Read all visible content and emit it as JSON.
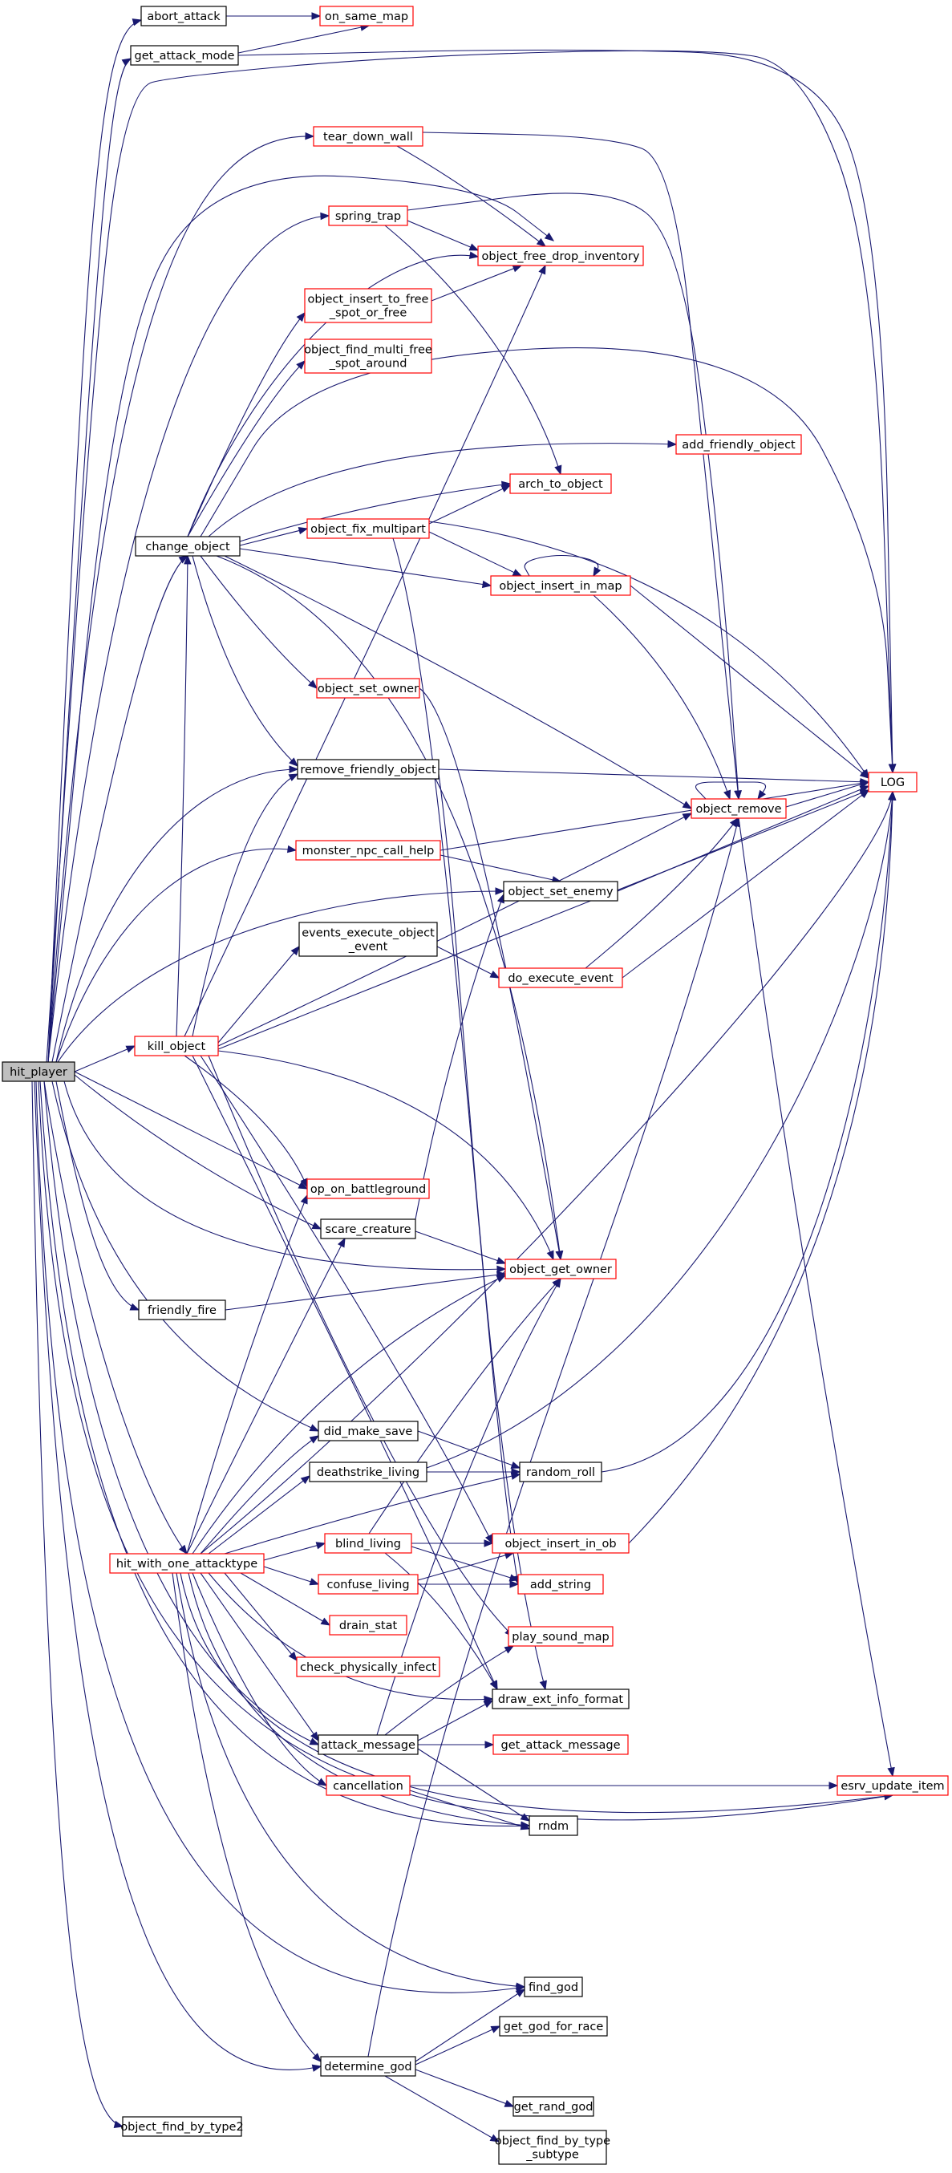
{
  "colors": {
    "edge": "#191970",
    "border_default": "#000000",
    "border_red": "#ff0000",
    "root_fill": "#bfbfbf",
    "fill": "#ffffff"
  },
  "nodes": {
    "hit_player": {
      "label": [
        "hit_player"
      ],
      "style": "root"
    },
    "abort_attack": {
      "label": [
        "abort_attack"
      ],
      "style": "black"
    },
    "on_same_map": {
      "label": [
        "on_same_map"
      ],
      "style": "red"
    },
    "get_attack_mode": {
      "label": [
        "get_attack_mode"
      ],
      "style": "black"
    },
    "LOG": {
      "label": [
        "LOG"
      ],
      "style": "red"
    },
    "tear_down_wall": {
      "label": [
        "tear_down_wall"
      ],
      "style": "red"
    },
    "object_free_drop_inventory": {
      "label": [
        "object_free_drop_inventory"
      ],
      "style": "red"
    },
    "spring_trap": {
      "label": [
        "spring_trap"
      ],
      "style": "red"
    },
    "object_insert_to_free_spot": {
      "label": [
        "object_insert_to_free",
        "_spot_or_free"
      ],
      "style": "red"
    },
    "object_find_multi_free": {
      "label": [
        "object_find_multi_free",
        "_spot_around"
      ],
      "style": "red"
    },
    "add_friendly_object": {
      "label": [
        "add_friendly_object"
      ],
      "style": "red"
    },
    "arch_to_object": {
      "label": [
        "arch_to_object"
      ],
      "style": "red"
    },
    "change_object": {
      "label": [
        "change_object"
      ],
      "style": "black"
    },
    "object_fix_multipart": {
      "label": [
        "object_fix_multipart"
      ],
      "style": "red"
    },
    "object_insert_in_map": {
      "label": [
        "object_insert_in_map"
      ],
      "style": "red"
    },
    "object_set_owner": {
      "label": [
        "object_set_owner"
      ],
      "style": "red"
    },
    "remove_friendly_object": {
      "label": [
        "remove_friendly_object"
      ],
      "style": "black"
    },
    "object_remove": {
      "label": [
        "object_remove"
      ],
      "style": "red"
    },
    "monster_npc_call_help": {
      "label": [
        "monster_npc_call_help"
      ],
      "style": "red"
    },
    "object_set_enemy": {
      "label": [
        "object_set_enemy"
      ],
      "style": "black"
    },
    "events_execute_object_event": {
      "label": [
        "events_execute_object",
        "_event"
      ],
      "style": "black"
    },
    "do_execute_event": {
      "label": [
        "do_execute_event"
      ],
      "style": "red"
    },
    "kill_object": {
      "label": [
        "kill_object"
      ],
      "style": "red"
    },
    "op_on_battleground": {
      "label": [
        "op_on_battleground"
      ],
      "style": "red"
    },
    "scare_creature": {
      "label": [
        "scare_creature"
      ],
      "style": "black"
    },
    "object_get_owner": {
      "label": [
        "object_get_owner"
      ],
      "style": "red"
    },
    "friendly_fire": {
      "label": [
        "friendly_fire"
      ],
      "style": "black"
    },
    "did_make_save": {
      "label": [
        "did_make_save"
      ],
      "style": "black"
    },
    "deathstrike_living": {
      "label": [
        "deathstrike_living"
      ],
      "style": "black"
    },
    "random_roll": {
      "label": [
        "random_roll"
      ],
      "style": "black"
    },
    "hit_with_one_attacktype": {
      "label": [
        "hit_with_one_attacktype"
      ],
      "style": "red"
    },
    "blind_living": {
      "label": [
        "blind_living"
      ],
      "style": "red"
    },
    "object_insert_in_ob": {
      "label": [
        "object_insert_in_ob"
      ],
      "style": "red"
    },
    "confuse_living": {
      "label": [
        "confuse_living"
      ],
      "style": "red"
    },
    "add_string": {
      "label": [
        "add_string"
      ],
      "style": "red"
    },
    "drain_stat": {
      "label": [
        "drain_stat"
      ],
      "style": "red"
    },
    "play_sound_map": {
      "label": [
        "play_sound_map"
      ],
      "style": "red"
    },
    "check_physically_infect": {
      "label": [
        "check_physically_infect"
      ],
      "style": "red"
    },
    "draw_ext_info_format": {
      "label": [
        "draw_ext_info_format"
      ],
      "style": "black"
    },
    "attack_message": {
      "label": [
        "attack_message"
      ],
      "style": "black"
    },
    "get_attack_message": {
      "label": [
        "get_attack_message"
      ],
      "style": "red"
    },
    "cancellation": {
      "label": [
        "cancellation"
      ],
      "style": "red"
    },
    "esrv_update_item": {
      "label": [
        "esrv_update_item"
      ],
      "style": "red"
    },
    "rndm": {
      "label": [
        "rndm"
      ],
      "style": "black"
    },
    "find_god": {
      "label": [
        "find_god"
      ],
      "style": "black"
    },
    "get_god_for_race": {
      "label": [
        "get_god_for_race"
      ],
      "style": "black"
    },
    "determine_god": {
      "label": [
        "determine_god"
      ],
      "style": "black"
    },
    "get_rand_god": {
      "label": [
        "get_rand_god"
      ],
      "style": "black"
    },
    "object_find_by_type2": {
      "label": [
        "object_find_by_type2"
      ],
      "style": "black"
    },
    "object_find_by_type_subtype": {
      "label": [
        "object_find_by_type",
        "_subtype"
      ],
      "style": "black"
    }
  }
}
